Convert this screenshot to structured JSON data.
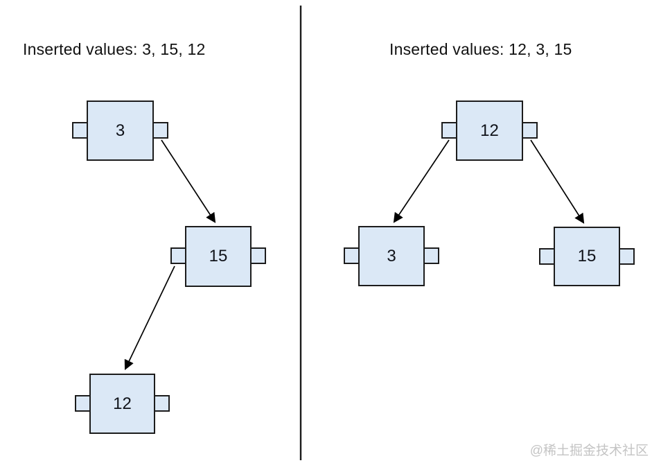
{
  "left_tree": {
    "title": "Inserted values: 3, 15, 12",
    "nodes": [
      {
        "value": "3",
        "role": "root"
      },
      {
        "value": "15",
        "role": "right child of 3"
      },
      {
        "value": "12",
        "role": "left child of 15"
      }
    ],
    "edges": [
      "3 right-pointer to 15",
      "15 left-pointer to 12"
    ]
  },
  "right_tree": {
    "title": "Inserted values: 12, 3, 15",
    "nodes": [
      {
        "value": "12",
        "role": "root"
      },
      {
        "value": "3",
        "role": "left child of 12"
      },
      {
        "value": "15",
        "role": "right child of 12"
      }
    ],
    "edges": [
      "12 left-pointer to 3",
      "12 right-pointer to 15"
    ]
  },
  "watermark": "@稀土掘金技术社区",
  "colors": {
    "background": "#ffffff",
    "node_fill": "#dbe8f6",
    "node_border": "#1c1c1c",
    "arrow": "#000000",
    "divider": "#1a1a1a",
    "watermark_text": "#c4c4c4"
  }
}
